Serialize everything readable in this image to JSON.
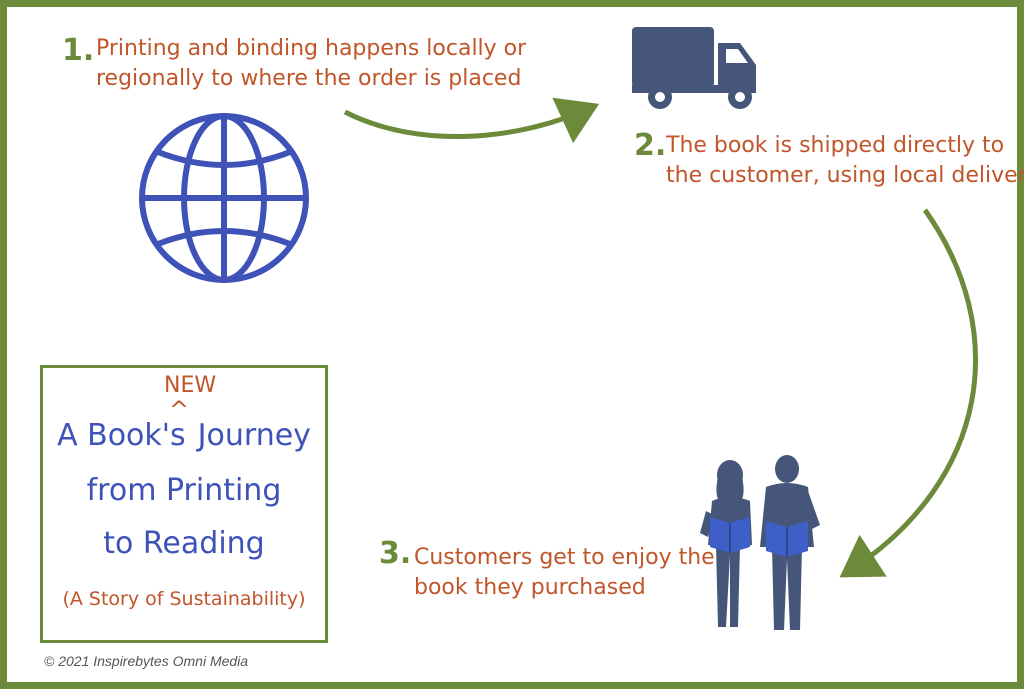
{
  "steps": [
    {
      "number": "1.",
      "line1": "Printing and binding happens locally or",
      "line2": "regionally to where the order is placed"
    },
    {
      "number": "2.",
      "line1": "The book is shipped directly to",
      "line2": "the customer, using local delivery"
    },
    {
      "number": "3.",
      "line1": "Customers get to enjoy the",
      "line2": "book they purchased"
    }
  ],
  "title": {
    "line1_before": "A Book's",
    "insert_word": "NEW",
    "line1_after": "Journey",
    "line2": "from Printing",
    "line3": "to Reading",
    "subtitle": "(A Story of Sustainability)"
  },
  "copyright": "© 2021 Inspirebytes Omni Media",
  "icons": [
    "globe-icon",
    "truck-icon",
    "readers-icon"
  ],
  "colors": {
    "frame": "#6b8a3a",
    "step_text": "#c0562a",
    "title_text": "#3e52b8",
    "globe": "#3e52b8",
    "truck": "#45567a",
    "arrow": "#6b8a3a"
  }
}
